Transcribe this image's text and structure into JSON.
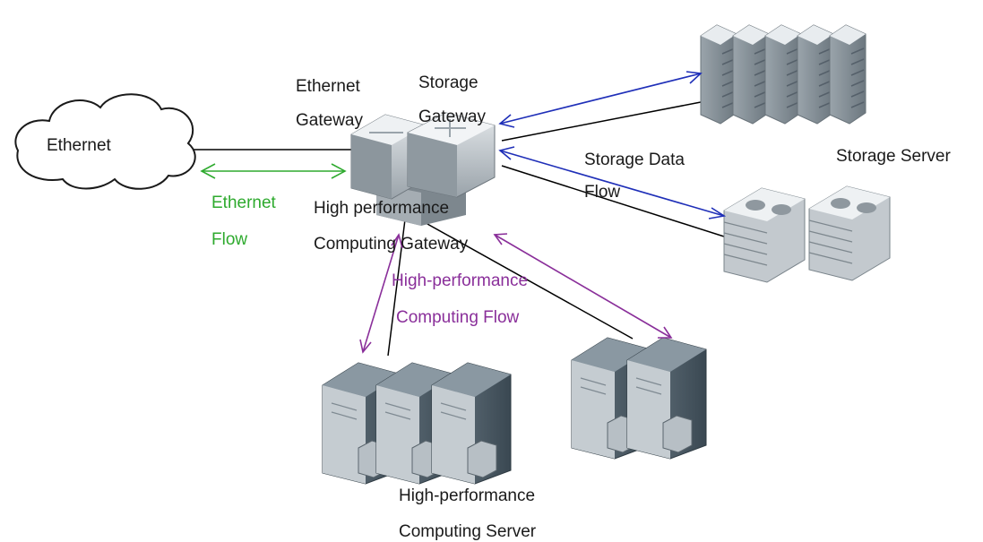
{
  "labels": {
    "ethernet_cloud": "Ethernet",
    "ethernet_gateway": [
      "Ethernet",
      "Gateway"
    ],
    "storage_gateway": [
      "Storage",
      "Gateway"
    ],
    "hpc_gateway": [
      "High performance",
      "Computing Gateway"
    ],
    "ethernet_flow": [
      "Ethernet",
      "Flow"
    ],
    "storage_data_flow": [
      "Storage Data",
      "Flow"
    ],
    "storage_server": "Storage Server",
    "hpc_flow": [
      "High-performance",
      "Computing Flow"
    ],
    "hpc_server": [
      "High-performance",
      "Computing Server"
    ]
  },
  "colors": {
    "ethernet_flow": "#2eaa2e",
    "storage_flow": "#1f2fb8",
    "hpc_flow": "#8a2f9a",
    "link": "#000000",
    "device_light": "#c9ced4",
    "device_dark": "#5f6a72",
    "server_dark": "#2e3d47"
  }
}
